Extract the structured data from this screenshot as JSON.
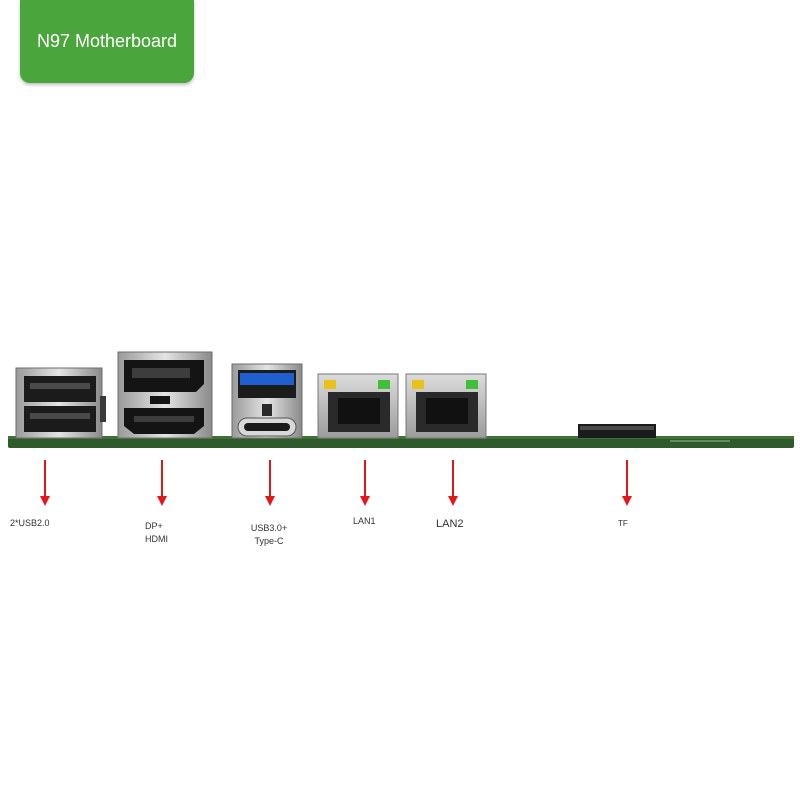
{
  "title": "N97 Motherboard",
  "ports": [
    {
      "name": "usb2",
      "lines": [
        "2*USB2.0"
      ]
    },
    {
      "name": "dp-hdmi",
      "lines": [
        "DP+",
        "HDMI"
      ]
    },
    {
      "name": "usb3-typec",
      "lines": [
        "USB3.0+",
        "Type-C"
      ]
    },
    {
      "name": "lan1",
      "lines": [
        "LAN1"
      ]
    },
    {
      "name": "lan2",
      "lines": [
        "LAN2"
      ]
    },
    {
      "name": "tf",
      "lines": [
        "TF"
      ]
    }
  ],
  "colors": {
    "badge": "#4aa63c",
    "arrow": "#e01818",
    "pcb": "#2e5a2c",
    "usb3_blue": "#1f5fd0",
    "led_yellow": "#e8c21a",
    "led_green": "#3fbf3a"
  }
}
